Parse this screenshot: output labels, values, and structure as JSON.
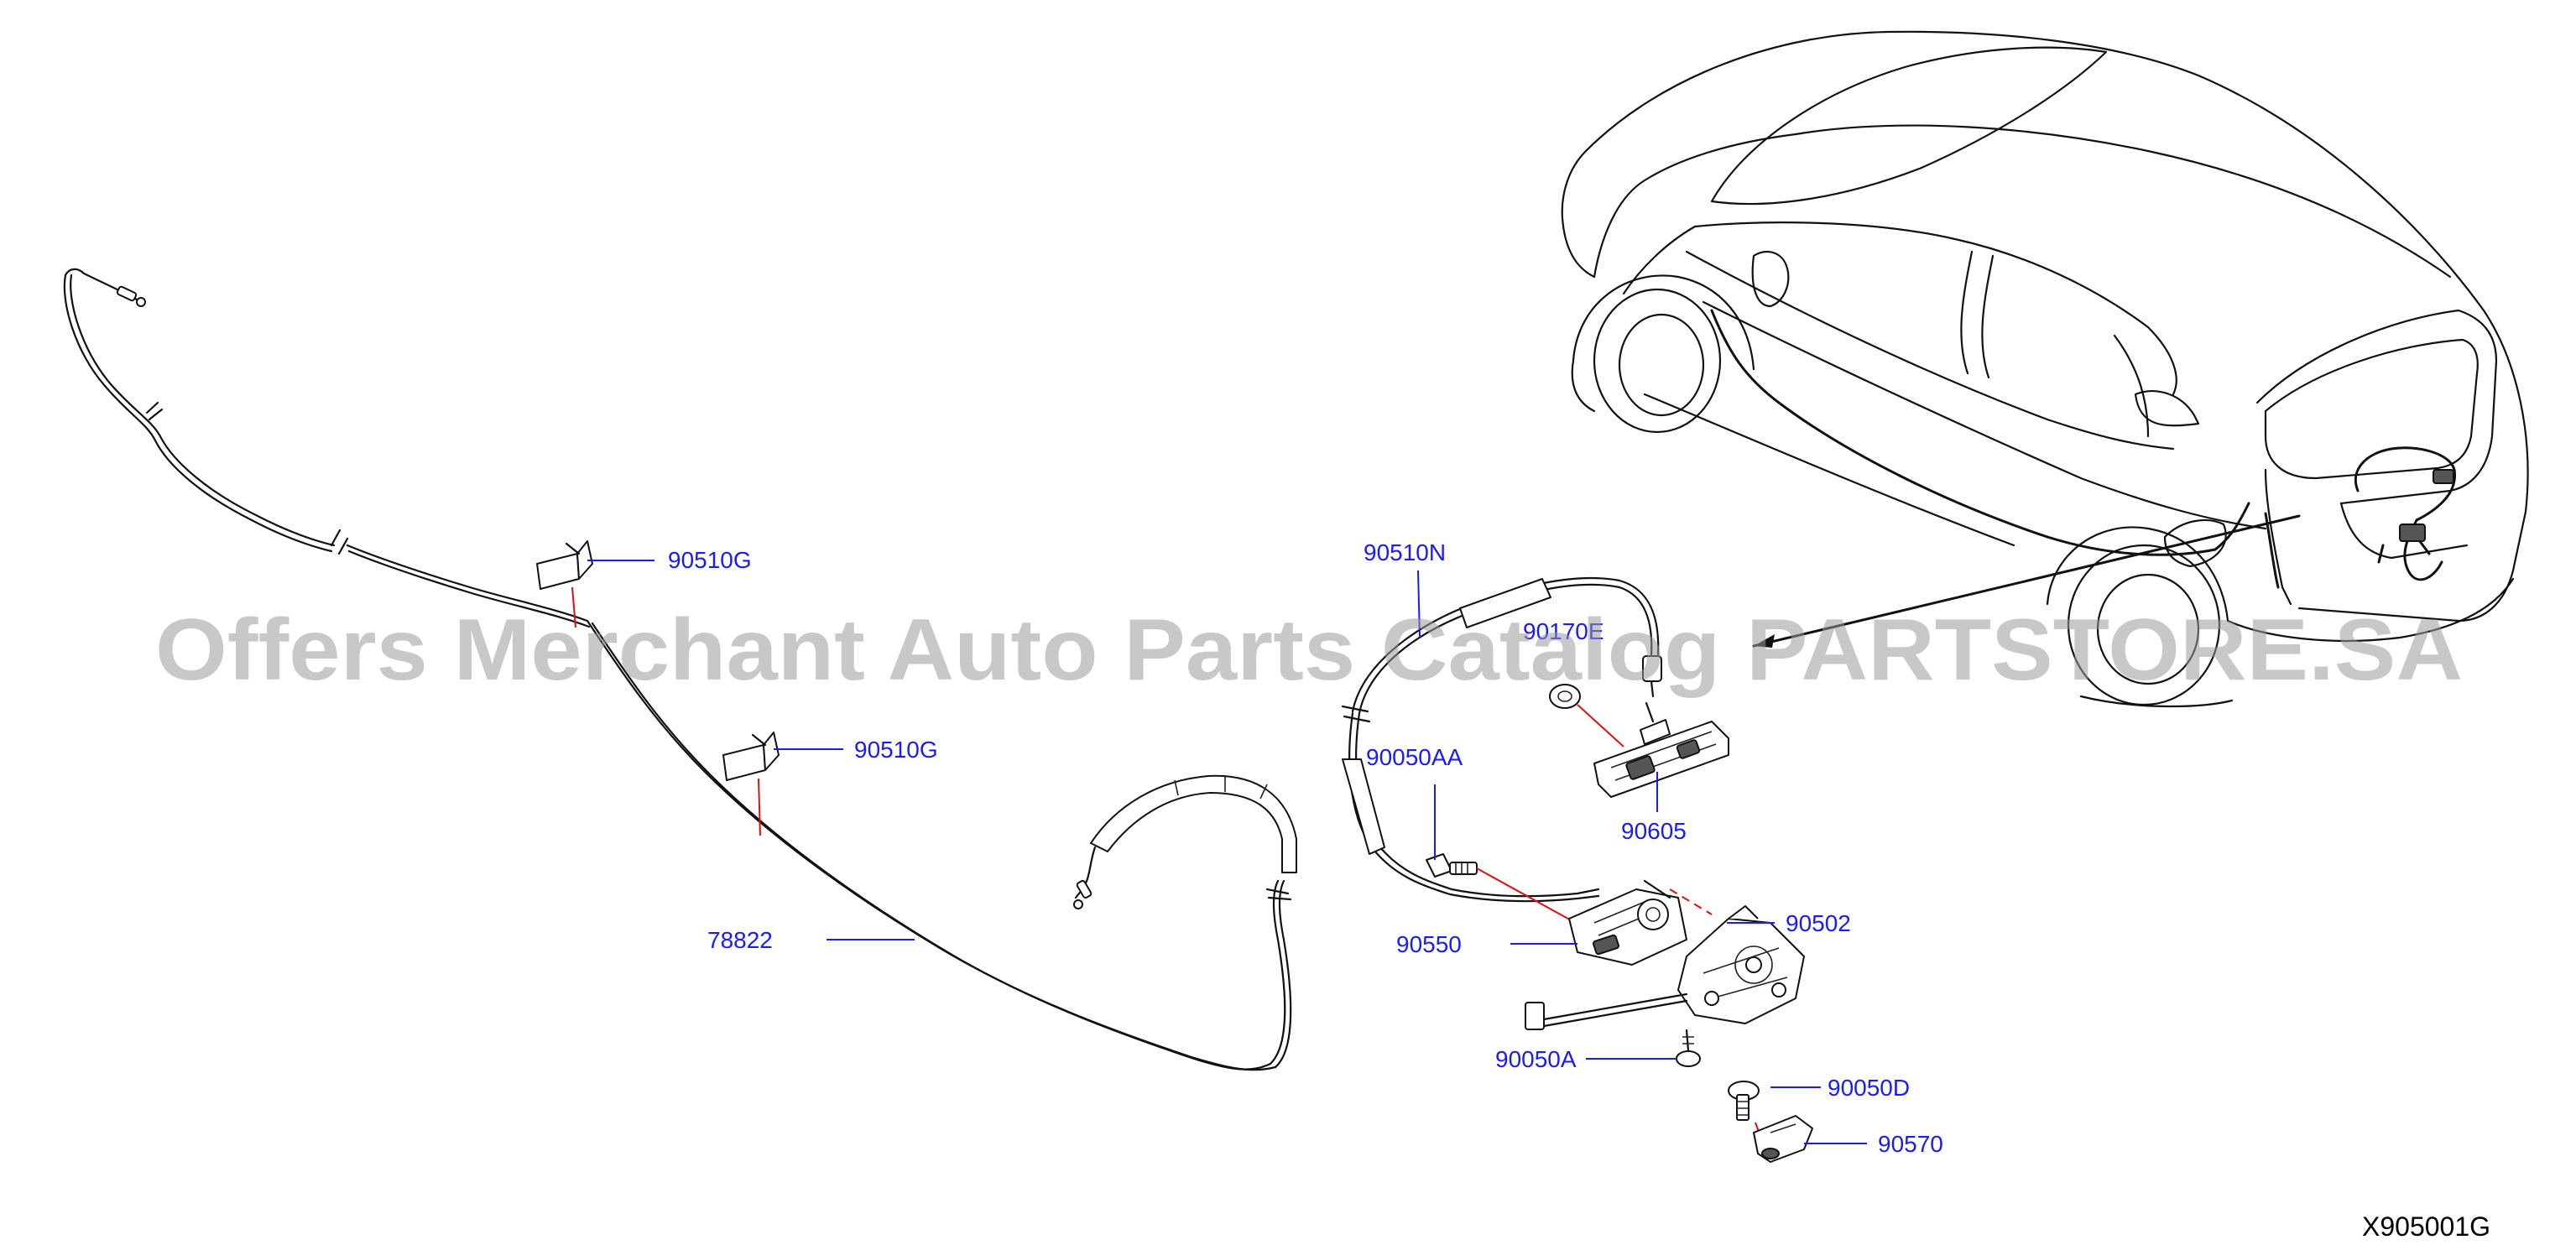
{
  "diagram_code": "X905001G",
  "watermark": "Offers Merchant Auto Parts Catalog PARTSTORE.SA",
  "callouts": {
    "c1": "90510G",
    "c2": "90510G",
    "c3": "78822",
    "c4": "90510N",
    "c5": "90050AA",
    "c6": "90605",
    "c7": "90550",
    "c8": "90502",
    "c9": "90050A",
    "c10": "90050D",
    "c11": "90570",
    "c12": "90170E"
  },
  "colors": {
    "label": "#1a1aff",
    "line": "#111111",
    "guide": "#e01010",
    "watermark": "#9a9a9a"
  }
}
